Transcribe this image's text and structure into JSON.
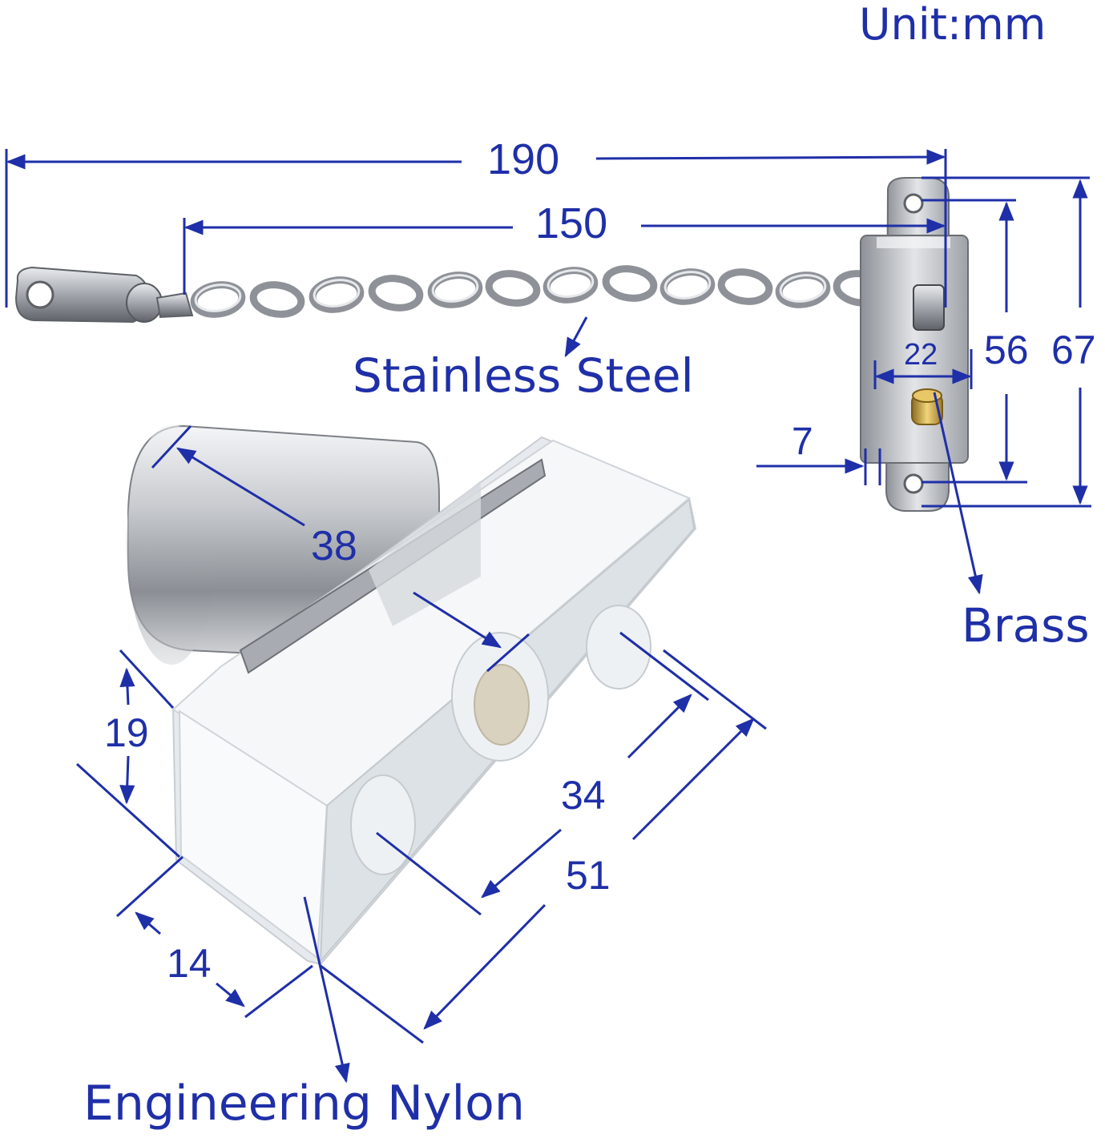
{
  "unit_label": "Unit:mm",
  "materials": {
    "chain": "Stainless Steel",
    "pin": "Brass",
    "block": "Engineering Nylon"
  },
  "dimensions": {
    "overall_length": "190",
    "chain_length": "150",
    "plate_height": "67",
    "hole_spacing": "56",
    "plate_width": "22",
    "plate_thickness": "7",
    "cylinder_length": "38",
    "block_height": "19",
    "hole_pitch": "34",
    "block_length": "51",
    "block_depth": "14"
  },
  "colors": {
    "annotation": "#1f2fa8",
    "steel": "#b9bcc2",
    "nylon": "#eef1f4",
    "brass": "#c9a640"
  }
}
